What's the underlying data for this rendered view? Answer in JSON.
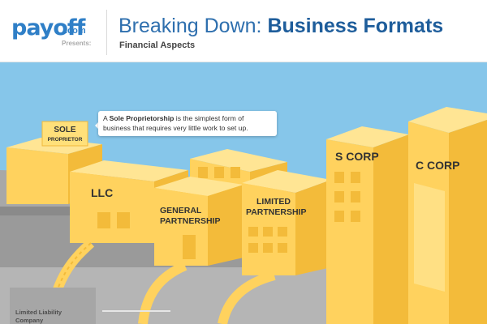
{
  "header": {
    "logo_text": "payoff",
    "logo_domain": ".com",
    "logo_presents": "Presents:",
    "title_regular": "Breaking Down: ",
    "title_bold": "Business Formats",
    "subtitle": "Financial Aspects"
  },
  "tooltip": {
    "prefix": "A ",
    "bold": "Sole Proprietorship",
    "rest": " is the simplest form of business that requires very little work to set up."
  },
  "buildings": {
    "sole_sign_line1": "SOLE",
    "sole_sign_line2": "PROPRIETOR",
    "llc": "LLC",
    "general_line1": "GENERAL",
    "general_line2": "PARTNERSHIP",
    "limited_line1": "LIMITED",
    "limited_line2": "PARTNERSHIP",
    "s_corp": "S CORP",
    "c_corp": "C CORP"
  },
  "footer": {
    "label": "Limited Liability Company"
  },
  "colors": {
    "sky": "#86c6ea",
    "building": "#ffd25e",
    "building_dark": "#f3bb3a",
    "building_light": "#ffe594",
    "road": "#9a9a9a",
    "title_blue": "#1e5d9b"
  }
}
